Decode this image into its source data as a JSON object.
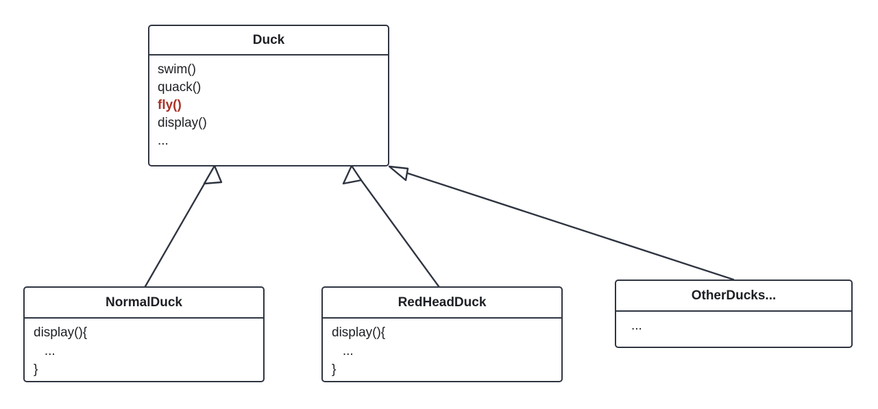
{
  "diagram": {
    "type": "uml-class-diagram",
    "relationship": "generalization",
    "colors": {
      "stroke": "#2E3440",
      "text": "#1d1f24",
      "highlight": "#A93226",
      "background": "#ffffff"
    },
    "classes": [
      {
        "id": "duck",
        "name": "Duck",
        "role": "superclass",
        "members": [
          {
            "text": "swim()",
            "highlight": false
          },
          {
            "text": "quack()",
            "highlight": false
          },
          {
            "text": "fly()",
            "highlight": true
          },
          {
            "text": "display()",
            "highlight": false
          },
          {
            "text": "...",
            "highlight": false
          }
        ]
      },
      {
        "id": "normalduck",
        "name": "NormalDuck",
        "role": "subclass",
        "members": [
          {
            "text": "display(){",
            "highlight": false
          },
          {
            "text": "   ...",
            "highlight": false
          },
          {
            "text": "}",
            "highlight": false
          }
        ]
      },
      {
        "id": "redheadduck",
        "name": "RedHeadDuck",
        "role": "subclass",
        "members": [
          {
            "text": "display(){",
            "highlight": false
          },
          {
            "text": "   ...",
            "highlight": false
          },
          {
            "text": "}",
            "highlight": false
          }
        ]
      },
      {
        "id": "otherducks",
        "name": "OtherDucks...",
        "role": "subclass",
        "members": [
          {
            "text": "...",
            "highlight": false
          }
        ]
      }
    ],
    "edges": [
      {
        "id": "edge-normalduck-duck",
        "from": "normalduck",
        "to": "duck",
        "kind": "generalization"
      },
      {
        "id": "edge-redheadduck-duck",
        "from": "redheadduck",
        "to": "duck",
        "kind": "generalization"
      },
      {
        "id": "edge-otherducks-duck",
        "from": "otherducks",
        "to": "duck",
        "kind": "generalization"
      }
    ]
  }
}
